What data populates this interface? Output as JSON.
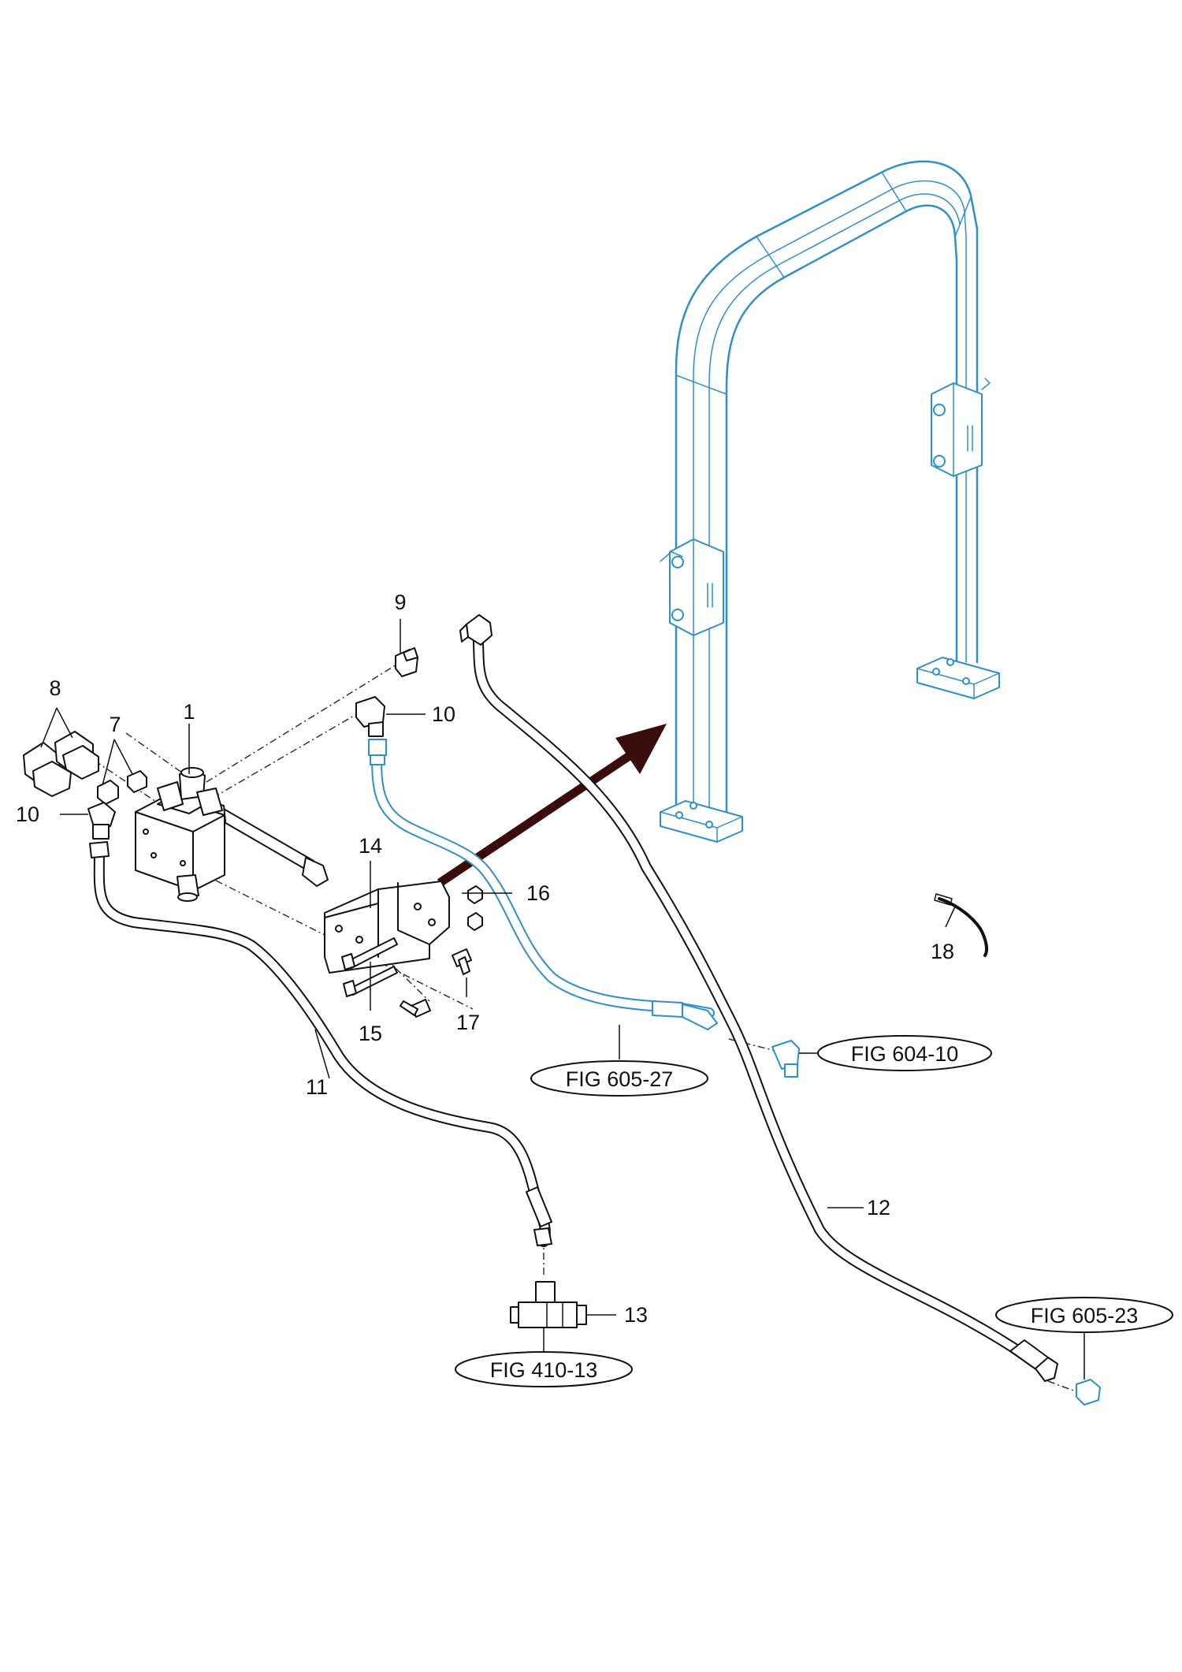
{
  "callouts": {
    "c1": "1",
    "c7": "7",
    "c8": "8",
    "c9": "9",
    "c10a": "10",
    "c10b": "10",
    "c11": "11",
    "c12": "12",
    "c13": "13",
    "c14": "14",
    "c15": "15",
    "c16": "16",
    "c17": "17",
    "c18": "18"
  },
  "references": {
    "fig_605_27": "FIG 605-27",
    "fig_604_10": "FIG 604-10",
    "fig_410_13": "FIG 410-13",
    "fig_605_23": "FIG 605-23"
  },
  "colors": {
    "line": "#111111",
    "highlight": "#2e8fc9",
    "arrow": "#3a0d0d",
    "background": "#ffffff"
  }
}
